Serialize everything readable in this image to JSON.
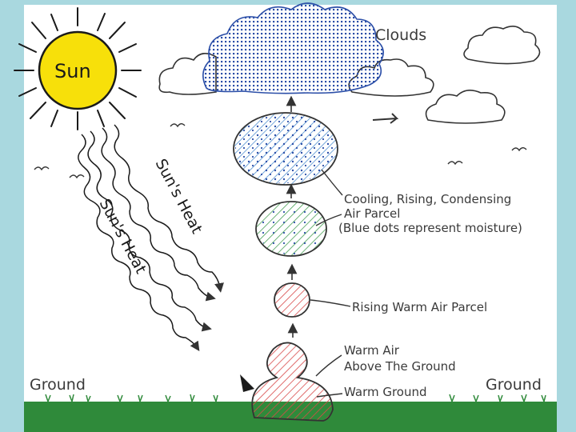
{
  "labels": {
    "sun": "Sun",
    "clouds": "Clouds",
    "suns_heat_1": "Sun's Heat",
    "suns_heat_2": "Sun's Heat",
    "cooling_line1": "Cooling, Rising, Condensing",
    "cooling_line2": "Air Parcel",
    "cooling_line3": "(Blue dots represent moisture)",
    "rising_warm": "Rising Warm Air Parcel",
    "warm_air_line1": "Warm Air",
    "warm_air_line2": "Above The Ground",
    "warm_ground": "Warm Ground",
    "ground_left": "Ground",
    "ground_right": "Ground"
  },
  "colors": {
    "background": "#a9d8df",
    "sun_fill": "#f7e00a",
    "cloud_dark": "#2c4fa8",
    "cool_parcel": "#4a8ccf",
    "green_parcel": "#3d9a4a",
    "warm_parcel": "#d84a4a",
    "ground": "#2f8a3a"
  }
}
